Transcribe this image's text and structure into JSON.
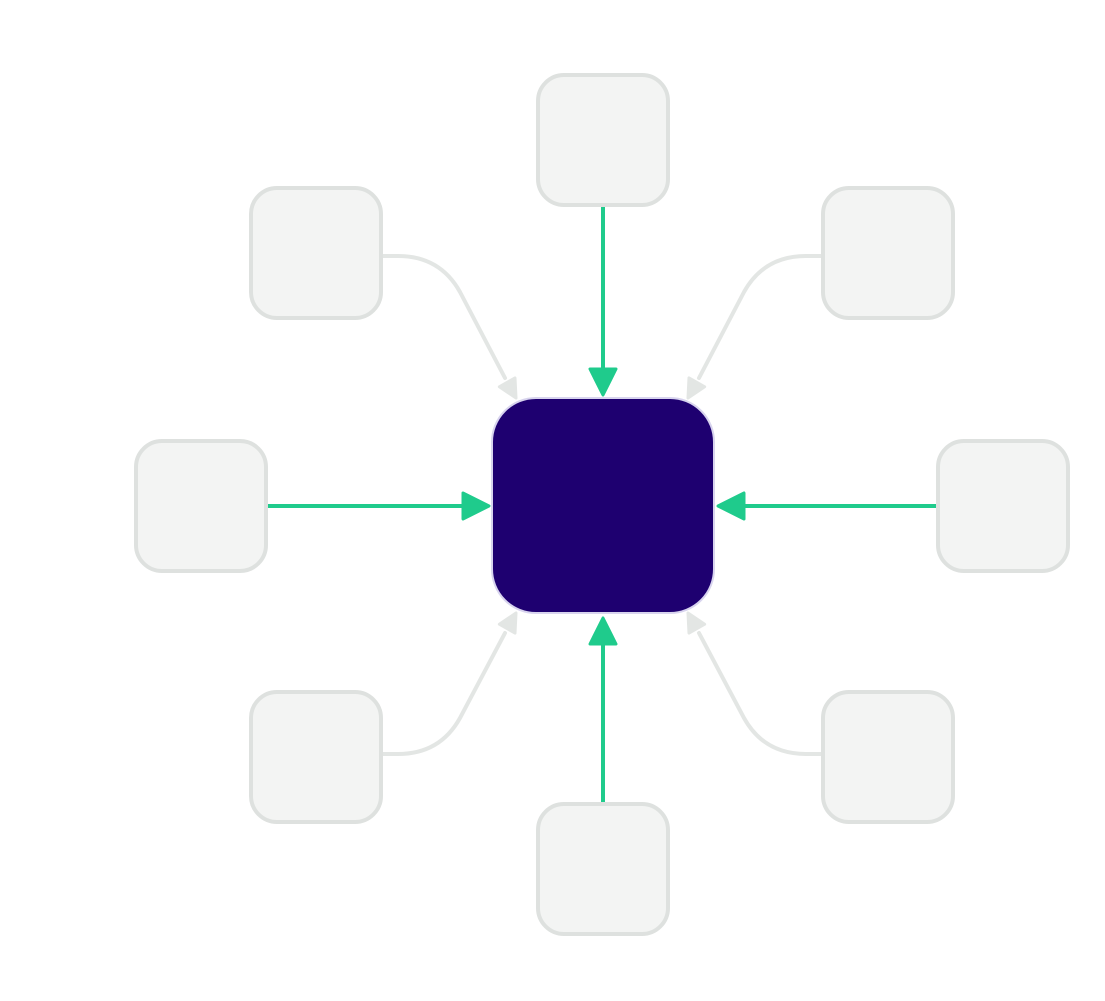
{
  "colors": {
    "background": "#ffffff",
    "hub_fill": "#1e0070",
    "hub_stroke": "#d8d4ee",
    "satellite_fill": "#f3f4f3",
    "satellite_stroke": "#dee1df",
    "primary_connector": "#1fcb8c",
    "secondary_connector": "#e3e6e4"
  },
  "diagram": {
    "hub": {
      "name": "central-hub",
      "label": ""
    },
    "satellites": [
      {
        "name": "satellite-top",
        "connector": "primary"
      },
      {
        "name": "satellite-top-right",
        "connector": "secondary"
      },
      {
        "name": "satellite-right",
        "connector": "primary"
      },
      {
        "name": "satellite-bottom-right",
        "connector": "secondary"
      },
      {
        "name": "satellite-bottom",
        "connector": "primary"
      },
      {
        "name": "satellite-bottom-left",
        "connector": "secondary"
      },
      {
        "name": "satellite-left",
        "connector": "primary"
      },
      {
        "name": "satellite-top-left",
        "connector": "secondary"
      }
    ]
  }
}
